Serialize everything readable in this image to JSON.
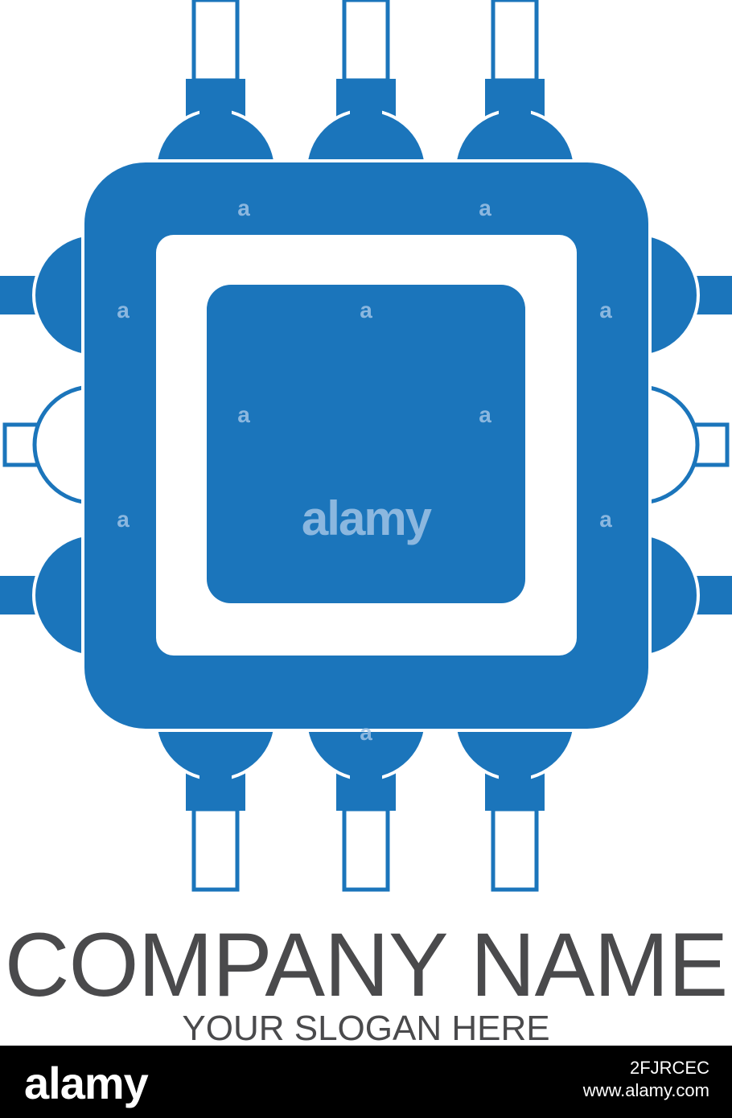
{
  "brand": {
    "company_name": "COMPANY NAME",
    "slogan": "YOUR SLOGAN HERE"
  },
  "watermark": {
    "text": "alamy",
    "mark": "a"
  },
  "footer": {
    "brand": "alamy",
    "image_id": "2FJRCEC",
    "url": "www.alamy.com"
  },
  "colors": {
    "logo_blue": "#1b75bb",
    "text_gray": "#4a4a4c",
    "footer_bg": "#000000",
    "background": "#ffffff"
  },
  "icons": {
    "logo": "microchip-icon"
  }
}
